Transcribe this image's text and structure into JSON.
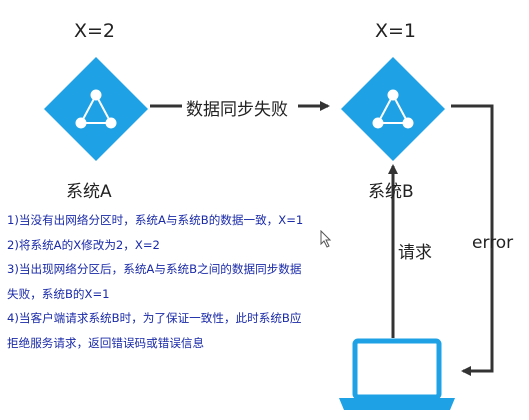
{
  "nodes": {
    "a": {
      "label": "系统A",
      "x_value": "X=2"
    },
    "b": {
      "label": "系统B",
      "x_value": "X=1"
    }
  },
  "edges": {
    "sync": "数据同步失败",
    "request": "请求",
    "error": "error"
  },
  "notes": [
    "1)当没有出网络分区时，系统A与系统B的数据一致，X=1",
    "2)将系统A的X修改为2，X=2",
    "3)当出现网络分区后，系统A与系统B之间的数据同步数据",
    "失败，系统B的X=1",
    "4)当客户端请求系统B时，为了保证一致性，此时系统B应",
    "拒绝服务请求，返回错误码或错误信息"
  ],
  "colors": {
    "node": "#1ea1e5",
    "arrow": "#333333",
    "notes": "#1a2aa8"
  }
}
